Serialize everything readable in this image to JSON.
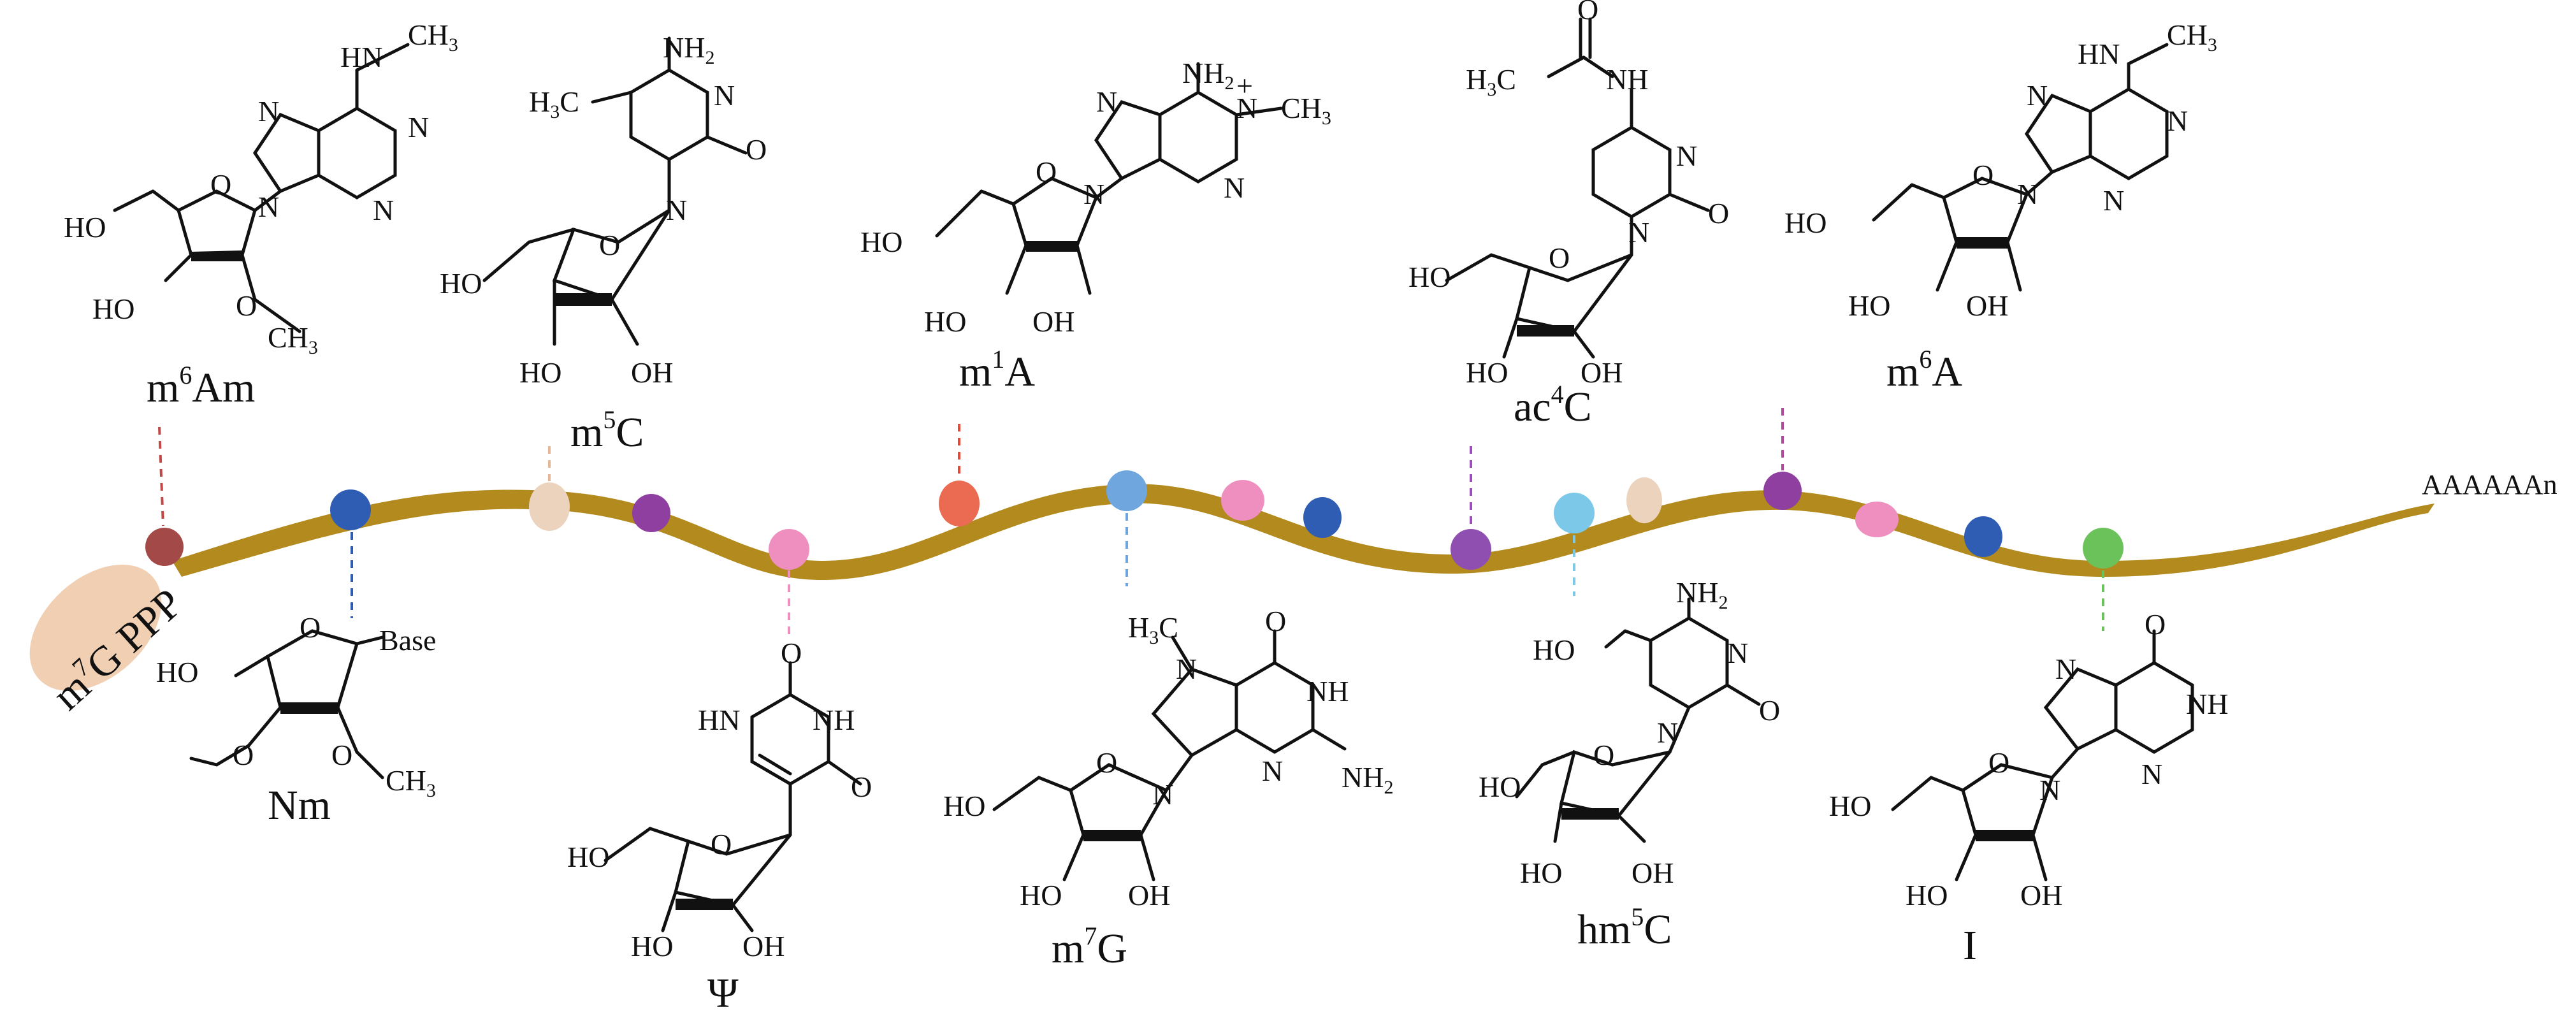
{
  "labels": {
    "cap": {
      "text": "m7G PPP",
      "main": "m",
      "sup": "7",
      "rest": "G PPP",
      "fill": "#f0cfb3"
    },
    "tail": "AAAAAAn",
    "modifications": [
      {
        "id": "m6Am",
        "main": "m",
        "sup": "6",
        "rest": "Am",
        "color": "#a0282e"
      },
      {
        "id": "m5C",
        "main": "m",
        "sup": "5",
        "rest": "C",
        "color": "#c58a2e"
      },
      {
        "id": "m1A",
        "main": "m",
        "sup": "1",
        "rest": "A",
        "color": "#e02a1e"
      },
      {
        "id": "ac4C",
        "main": "ac",
        "sup": "4",
        "rest": "C",
        "color": "#8e3ea3"
      },
      {
        "id": "m6A",
        "main": "m",
        "sup": "6",
        "rest": "A",
        "color": "#6a3ea3"
      },
      {
        "id": "Nm",
        "main": "Nm",
        "sup": "",
        "rest": "",
        "color": "#2e5fb0"
      },
      {
        "id": "psi",
        "main": "Ψ",
        "sup": "",
        "rest": "",
        "color": "#e64fa0"
      },
      {
        "id": "m7G",
        "main": "m",
        "sup": "7",
        "rest": "G",
        "color": "#2f7cc4"
      },
      {
        "id": "hm5C",
        "main": "hm",
        "sup": "5",
        "rest": "C",
        "color": "#7cc8e8"
      },
      {
        "id": "I",
        "main": "I",
        "sup": "",
        "rest": "",
        "color": "#4ab34a"
      }
    ]
  },
  "atoms": {
    "N": "N",
    "NH": "NH",
    "HN": "HN",
    "O": "O",
    "OH": "OH",
    "HO": "HO",
    "NH2": "NH",
    "sub2": "2",
    "CH3": "CH",
    "sub3": "3",
    "H3C": "H",
    "Base": "Base",
    "plus": "+",
    "C": "C"
  },
  "colors": {
    "strand": "#b38a1e",
    "beads": [
      "#a34a48",
      "#2f5db3",
      "#ecd3bd",
      "#8f3fa0",
      "#ee8fbf",
      "#ea6a52",
      "#6fa6de",
      "#ee8fbf",
      "#2f5db3",
      "#8f4fb0",
      "#7ccbe8",
      "#ecd3bd",
      "#8f3fa0",
      "#ee8fbf",
      "#2f5db3",
      "#6bc25a"
    ]
  }
}
